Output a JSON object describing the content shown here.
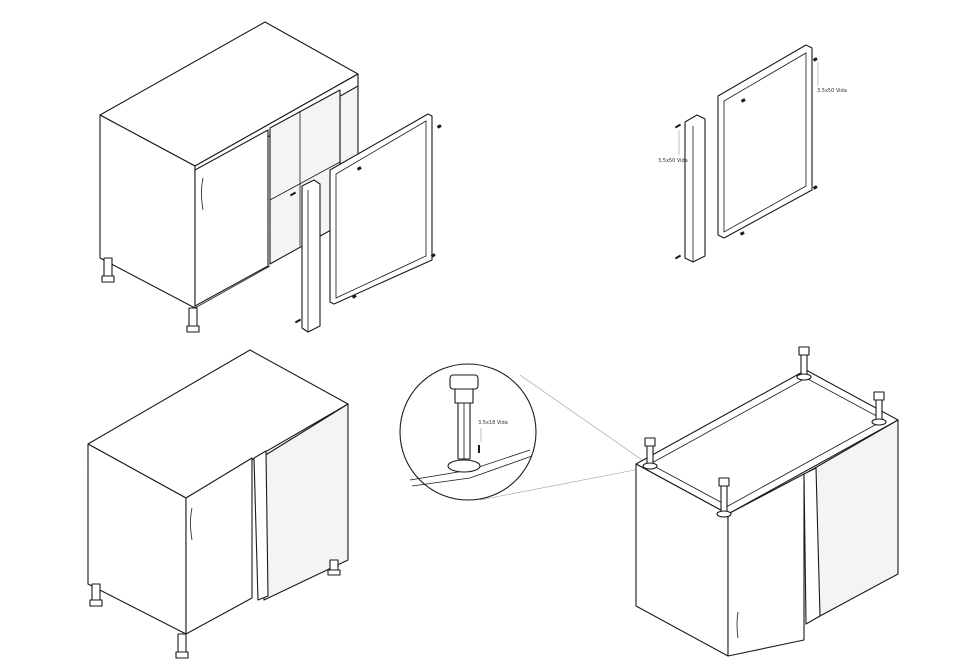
{
  "labels": {
    "panel_screw": "3.5x50 Vida",
    "post_screw": "3,5x50 Vida",
    "foot_screw": "3.5x18 Vida"
  },
  "colors": {
    "line": "#1a1a1a",
    "background": "#ffffff",
    "ghost": "#999999"
  }
}
